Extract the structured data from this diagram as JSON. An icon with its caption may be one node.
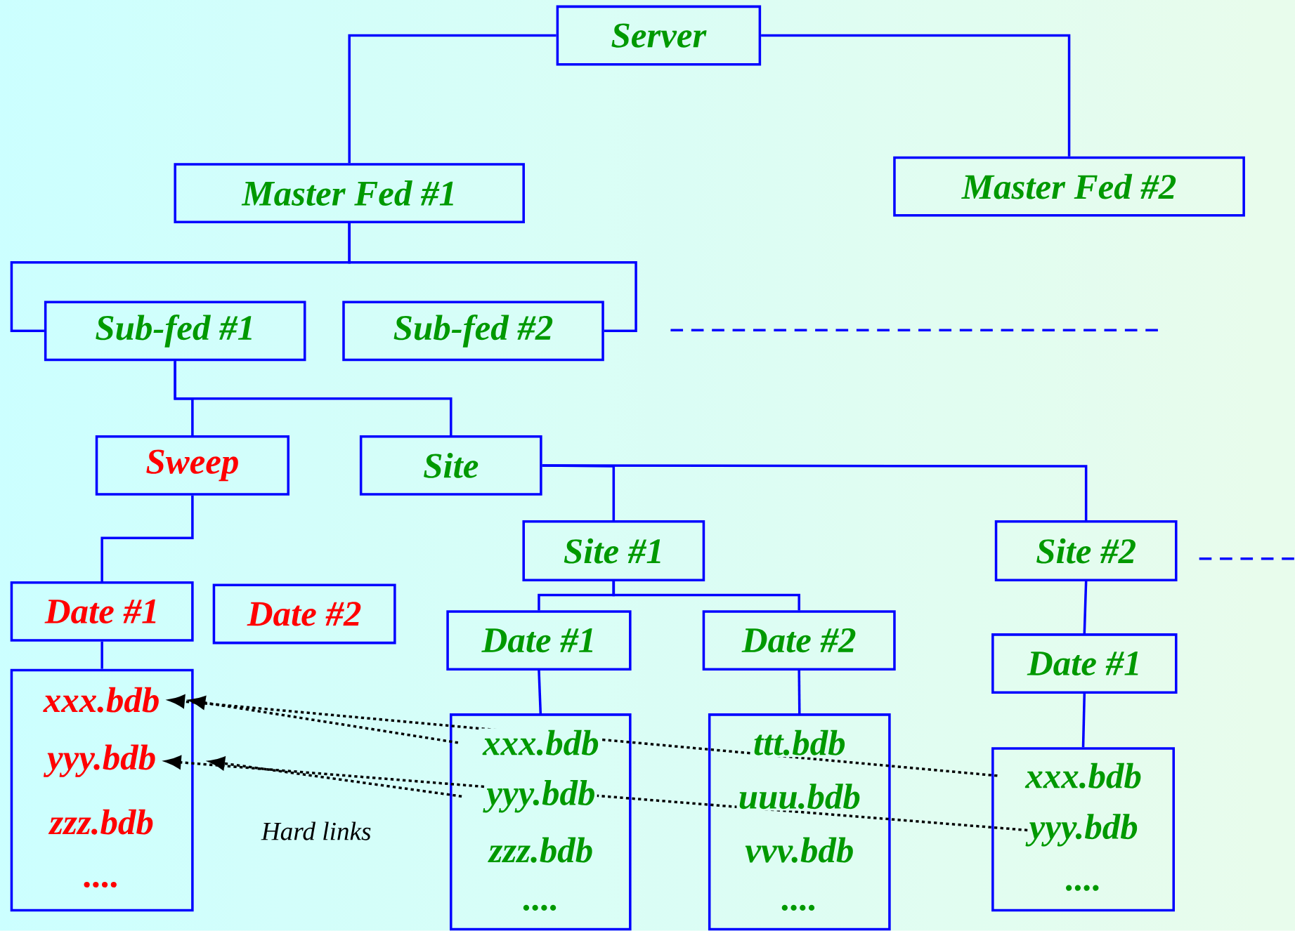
{
  "diagram": {
    "nodes": [
      {
        "text": [
          "Server"
        ]
      },
      {
        "text": [
          "Master Fed #1"
        ]
      },
      {
        "text": [
          "Master Fed #2"
        ]
      },
      {
        "text": [
          "Sub-fed #1"
        ]
      },
      {
        "text": [
          "Sub-fed #2"
        ]
      },
      {
        "text": [
          "Sweep"
        ]
      },
      {
        "text": [
          "Site"
        ]
      },
      {
        "text": [
          "Site #1"
        ]
      },
      {
        "text": [
          "Site #2"
        ]
      },
      {
        "text": [
          "Date #1"
        ]
      },
      {
        "text": [
          "Date #2"
        ]
      },
      {
        "text": [
          "Date #1"
        ]
      },
      {
        "text": [
          "Date #2"
        ]
      },
      {
        "text": [
          "Date #1"
        ]
      },
      {
        "text": [],
        "shape": "box"
      },
      {
        "text": [
          "xxx.bdb"
        ],
        "in": 14
      },
      {
        "text": [
          "yyy.bdb"
        ],
        "in": 14
      },
      {
        "text": [
          "zzz.bdb"
        ],
        "in": 14
      },
      {
        "text": [
          "...."
        ],
        "in": 14
      },
      {
        "text": [],
        "shape": "box"
      },
      {
        "text": [
          "xxx.bdb"
        ],
        "in": 19
      },
      {
        "text": [
          "yyy.bdb"
        ],
        "in": 19
      },
      {
        "text": [
          "zzz.bdb"
        ],
        "in": 19
      },
      {
        "text": [
          "...."
        ],
        "in": 19
      },
      {
        "text": [],
        "shape": "box"
      },
      {
        "text": [
          "ttt.bdb"
        ],
        "in": 24
      },
      {
        "text": [
          "uuu.bdb"
        ],
        "in": 24
      },
      {
        "text": [
          "vvv.bdb"
        ],
        "in": 24
      },
      {
        "text": [
          "...."
        ],
        "in": 24
      },
      {
        "text": [],
        "shape": "box"
      },
      {
        "text": [
          "xxx.bdb"
        ],
        "in": 29
      },
      {
        "text": [
          "yyy.bdb"
        ],
        "in": 29
      },
      {
        "text": [
          "...."
        ],
        "in": 29
      }
    ],
    "edges": [
      {
        "from": 0,
        "to": 1,
        "arrow": "none"
      },
      {
        "from": 0,
        "to": 2,
        "arrow": "none"
      },
      {
        "from": 1,
        "to": 3,
        "arrow": "none"
      },
      {
        "from": 1,
        "to": 4,
        "arrow": "none"
      },
      {
        "from": 3,
        "to": 5,
        "arrow": "none"
      },
      {
        "from": 3,
        "to": 6,
        "arrow": "none"
      },
      {
        "from": 5,
        "to": 9,
        "arrow": "none"
      },
      {
        "from": 6,
        "to": 7,
        "arrow": "none"
      },
      {
        "from": 6,
        "to": 8,
        "arrow": "none"
      },
      {
        "from": 7,
        "to": 11,
        "arrow": "none"
      },
      {
        "from": 7,
        "to": 12,
        "arrow": "none"
      },
      {
        "from": 8,
        "to": 13,
        "arrow": "none"
      },
      {
        "from": 9,
        "to": 14,
        "arrow": "none"
      },
      {
        "from": 11,
        "to": 19,
        "arrow": "none"
      },
      {
        "from": 12,
        "to": 24,
        "arrow": "none"
      },
      {
        "from": 13,
        "to": 29,
        "arrow": "none"
      },
      {
        "from": 20,
        "to": 15,
        "arrow": "to",
        "style": "dashed",
        "color": "#000000"
      },
      {
        "from": 30,
        "to": 15,
        "arrow": "to",
        "style": "dashed",
        "color": "#000000"
      },
      {
        "from": 21,
        "to": 16,
        "arrow": "to",
        "style": "dashed",
        "color": "#000000"
      },
      {
        "from": 31,
        "to": 16,
        "arrow": "to",
        "style": "dashed",
        "color": "#000000"
      }
    ],
    "labels": [
      "Hard links"
    ]
  }
}
